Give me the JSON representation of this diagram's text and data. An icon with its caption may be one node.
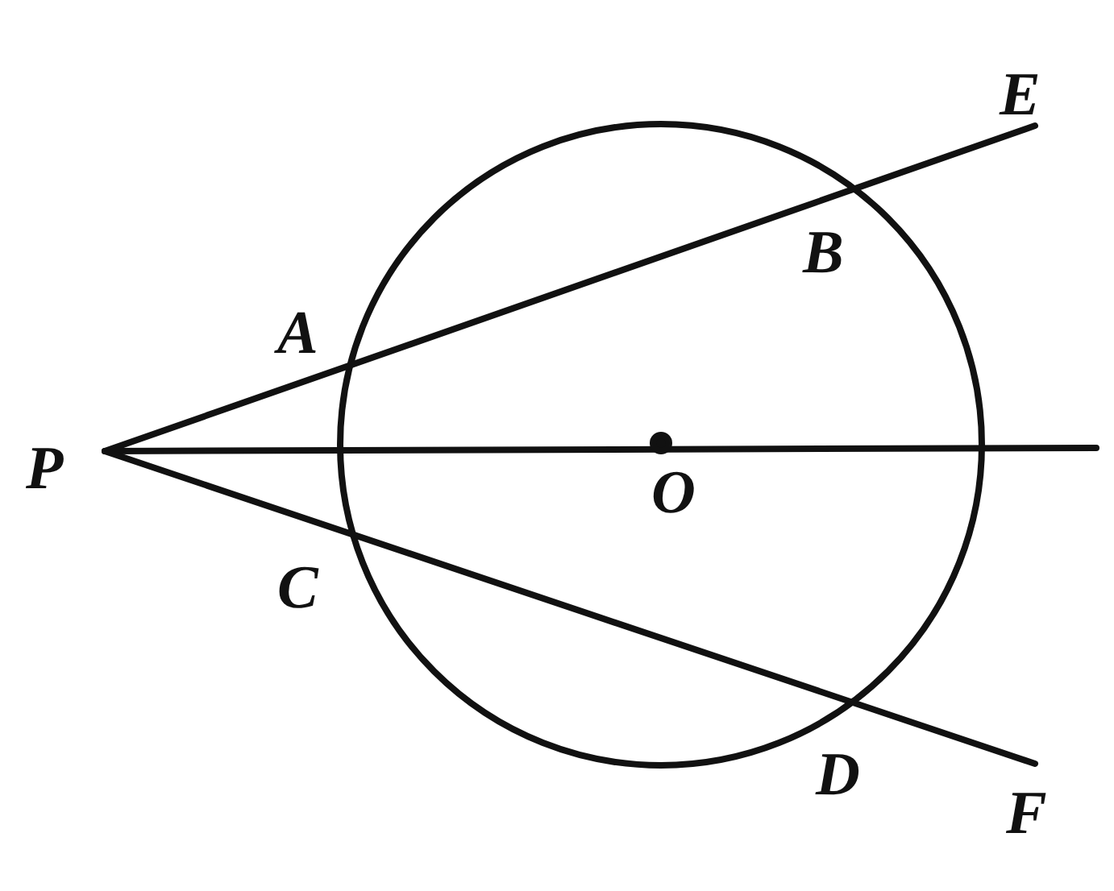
{
  "diagram": {
    "labels": [
      "E",
      "B",
      "A",
      "P",
      "O",
      "C",
      "D",
      "F"
    ]
  }
}
